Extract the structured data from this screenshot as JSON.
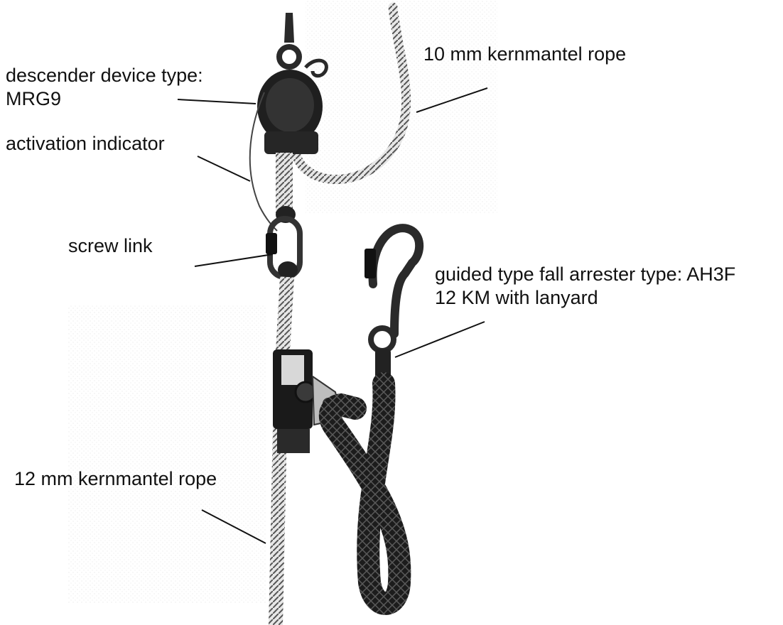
{
  "labels": {
    "descender_line1": "descender device type:",
    "descender_line2": "MRG9",
    "activation_indicator": "activation indicator",
    "screw_link": "screw link",
    "rope_10mm": "10 mm kernmantel rope",
    "fall_arrester_line1": "guided type fall arrester type: AH3F",
    "fall_arrester_line2": "12 KM with lanyard",
    "rope_12mm": "12 mm kernmantel rope"
  }
}
